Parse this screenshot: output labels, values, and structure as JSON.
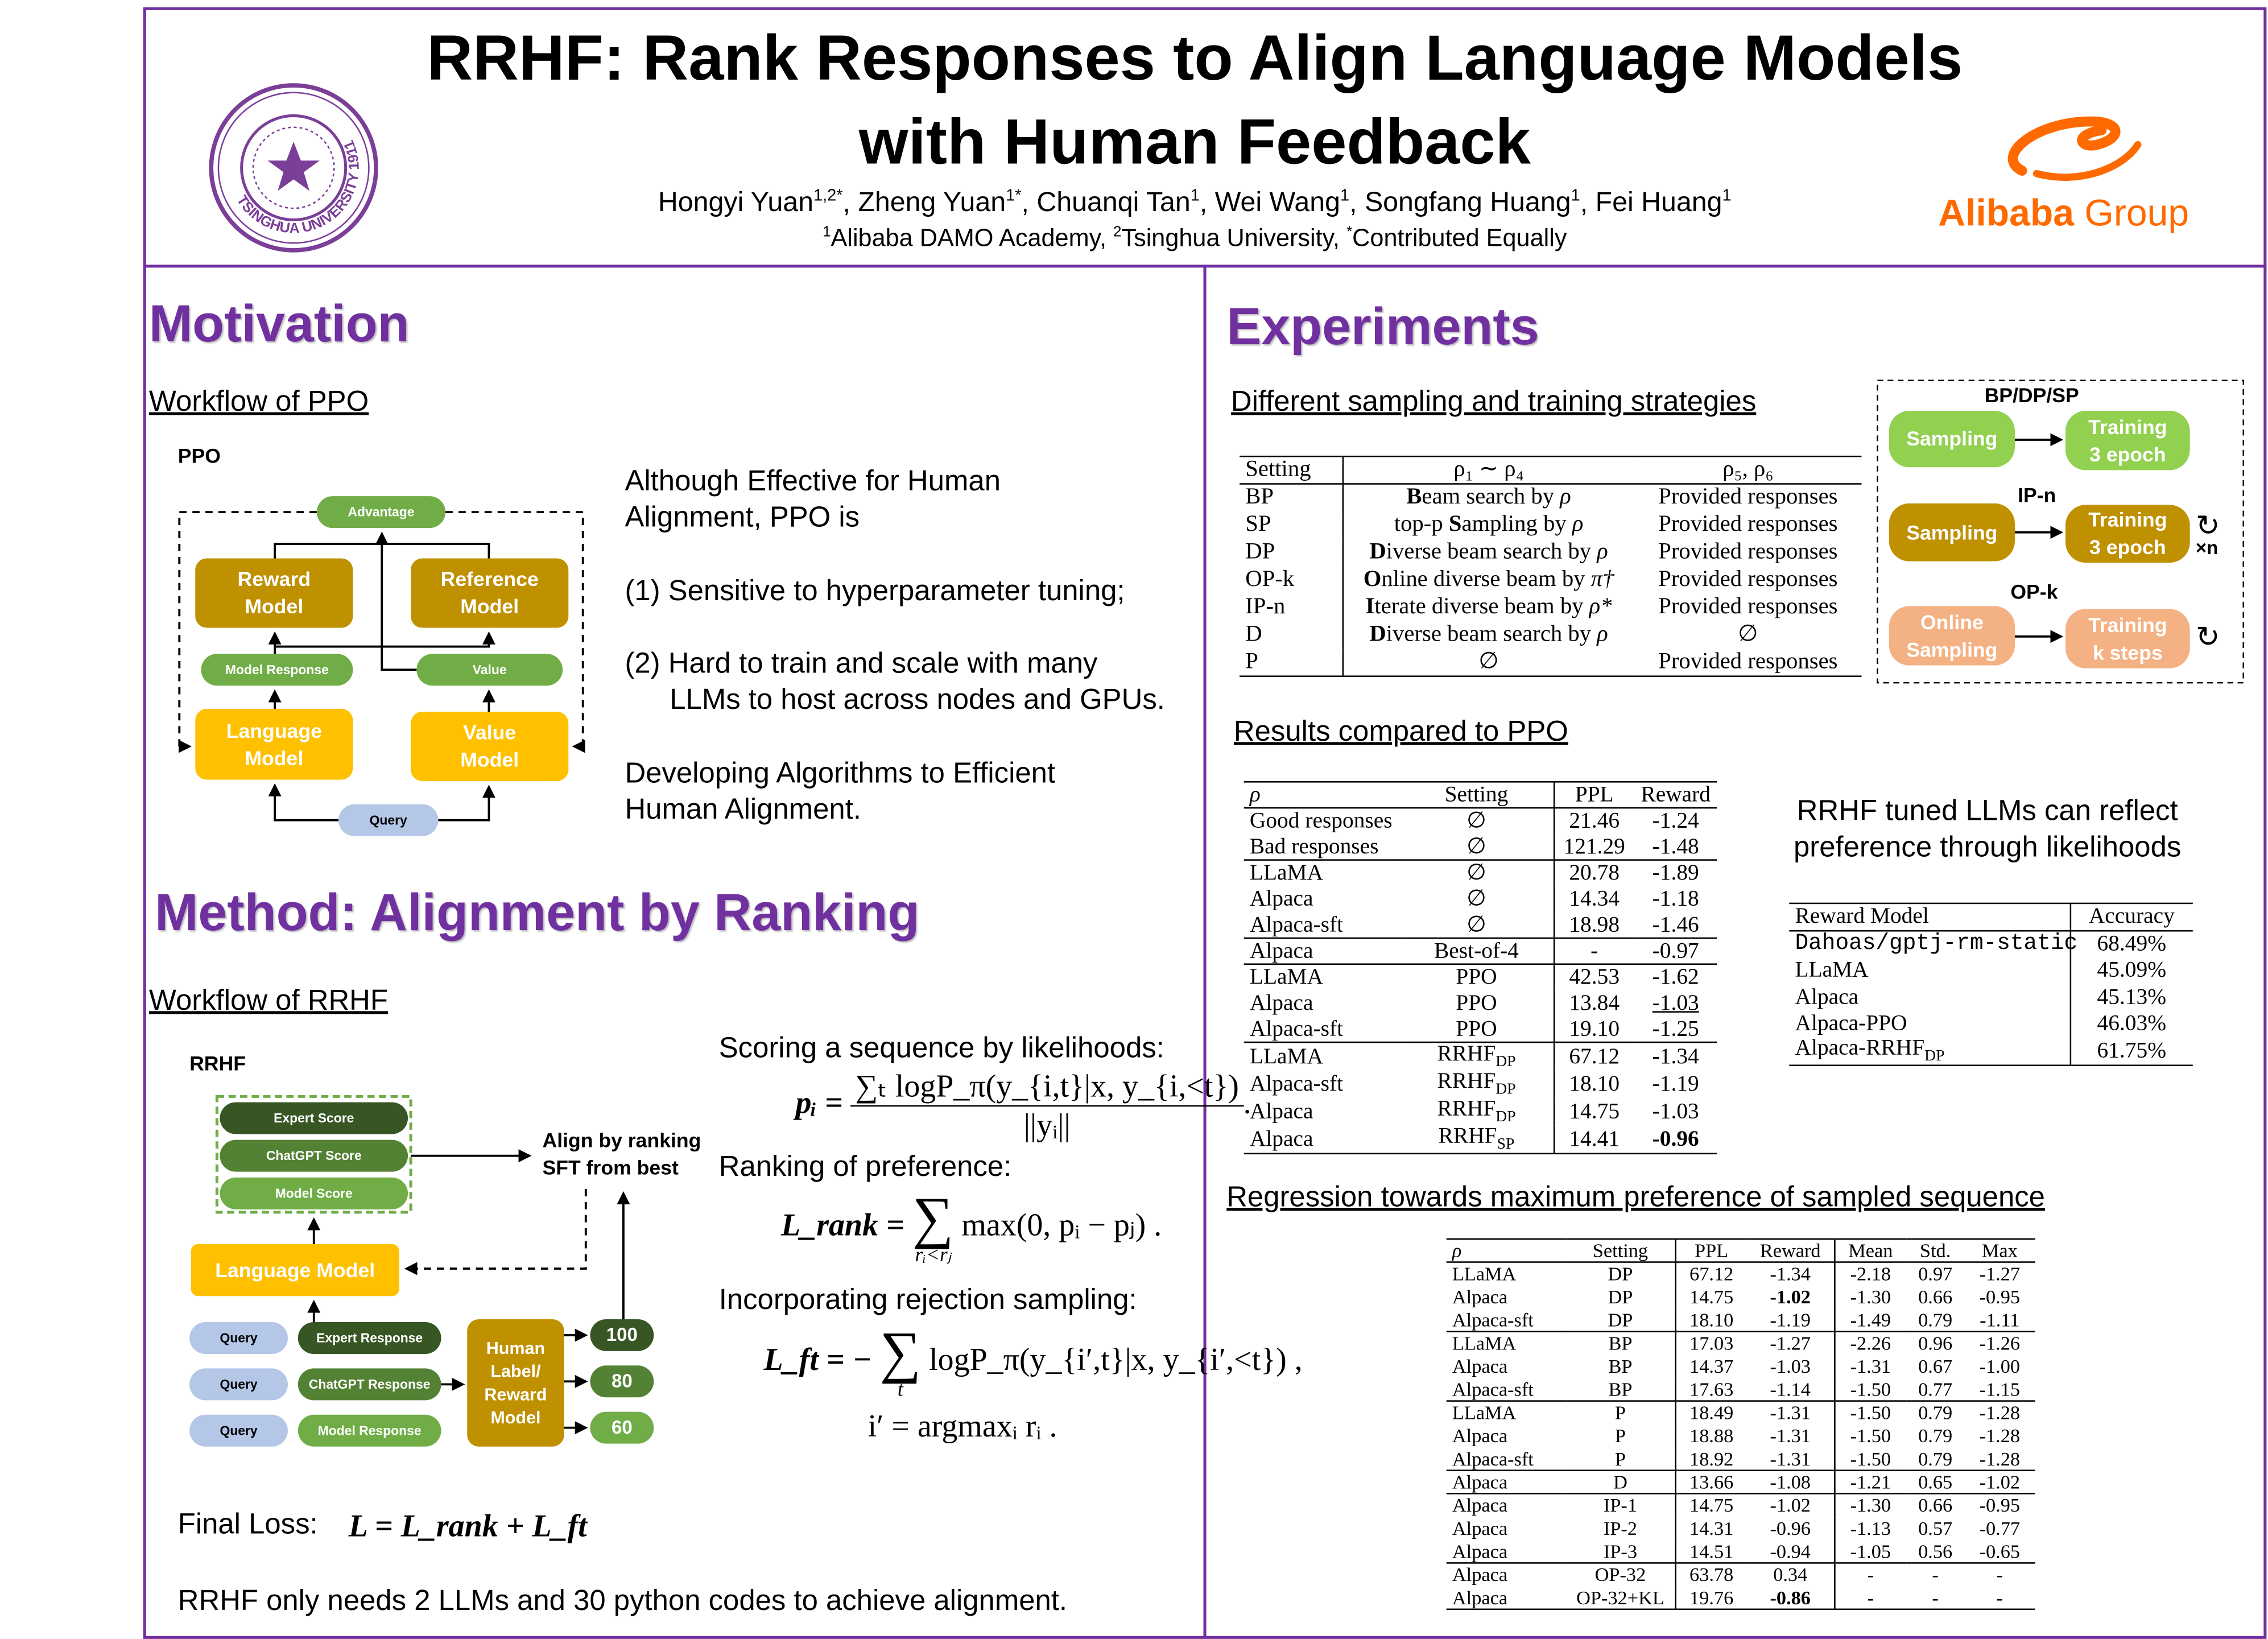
{
  "header": {
    "title_line1": "RRHF: Rank Responses to Align Language Models",
    "title_line2": "with Human Feedback",
    "authors": [
      {
        "name": "Hongyi Yuan",
        "sup": "1,2*"
      },
      {
        "name": "Zheng Yuan",
        "sup": "1*"
      },
      {
        "name": "Chuanqi Tan",
        "sup": "1"
      },
      {
        "name": "Wei Wang",
        "sup": "1"
      },
      {
        "name": "Songfang Huang",
        "sup": "1"
      },
      {
        "name": "Fei Huang",
        "sup": "1"
      }
    ],
    "affiliations": [
      {
        "sup": "1",
        "name": "Alibaba DAMO Academy"
      },
      {
        "sup": "2",
        "name": "Tsinghua University"
      },
      {
        "sup": "*",
        "name": "Contributed Equally"
      }
    ],
    "left_logo_text": "TSINGHUA UNIVERSITY 1911",
    "right_logo_text": {
      "brand": "Alibaba",
      "suffix": "Group"
    },
    "colors": {
      "frame": "#7030a0",
      "tsinghua": "#7b3f98",
      "alibaba": "#ff6a00"
    }
  },
  "motivation": {
    "heading": "Motivation",
    "subheading": "Workflow of PPO",
    "diagram_label": "PPO",
    "diagram": {
      "advantage": "Advantage",
      "reward_model": "Reward Model",
      "reference_model": "Reference Model",
      "model_response": "Model Response",
      "value": "Value",
      "language_model": "Language Model",
      "value_model": "Value Model",
      "query": "Query"
    },
    "text": {
      "intro_line1": "Although Effective for Human",
      "intro_line2": "Alignment, PPO is",
      "point1": "(1) Sensitive to hyperparameter tuning;",
      "point2_line1": "(2) Hard to train and scale with many",
      "point2_line2": "LLMs to host across nodes and GPUs.",
      "closing_line1": "Developing Algorithms to Efficient",
      "closing_line2": "Human Alignment."
    }
  },
  "method": {
    "heading": "Method: Alignment by Ranking",
    "subheading": "Workflow of RRHF",
    "diagram_label": "RRHF",
    "diagram": {
      "expert_score": "Expert Score",
      "chatgpt_score": "ChatGPT Score",
      "model_score": "Model Score",
      "align_line1": "Align by ranking",
      "align_line2": "SFT from best",
      "language_model": "Language Model",
      "query": "Query",
      "expert_response": "Expert Response",
      "chatgpt_response": "ChatGPT Response",
      "model_response": "Model Response",
      "labeler": "Human Label/ Reward Model",
      "scores": [
        "100",
        "80",
        "60"
      ]
    },
    "formulas": {
      "scoring_label": "Scoring a sequence by likelihoods:",
      "scoring_lhs": "pᵢ =",
      "scoring_num": "∑ₜ logP_π(y_{i,t}|x, y_{i,<t})",
      "scoring_den": "||yᵢ||",
      "ranking_label": "Ranking of preference:",
      "rank_lhs": "L_rank =",
      "rank_limit": "rᵢ<rⱼ",
      "rank_rhs": "max(0, pᵢ − pⱼ) .",
      "rejection_label": "Incorporating rejection sampling:",
      "ft_lhs": "L_ft = −",
      "ft_limit": "t",
      "ft_rhs": "logP_π(y_{i′,t}|x, y_{i′,<t}) ,",
      "argmax": "i′ = argmaxᵢ rᵢ ."
    },
    "final_loss_label": "Final Loss:",
    "final_loss": "L = L_rank + L_ft",
    "footer": "RRHF only needs 2 LLMs and 30 python codes to achieve alignment."
  },
  "experiments": {
    "heading": "Experiments",
    "strategies_heading": "Different sampling and training strategies",
    "strategies_table": {
      "headers": [
        "Setting",
        "ρ₁ ∼ ρ₄",
        "ρ₅, ρ₆"
      ],
      "groups": [
        [
          [
            "BP",
            {
              "parts": [
                {
                  "t": "B",
                  "b": 1
                },
                {
                  "t": "eam search by "
                },
                {
                  "t": "ρ",
                  "i": 1
                }
              ]
            },
            "Provided responses"
          ],
          [
            "SP",
            {
              "parts": [
                {
                  "t": "top-p "
                },
                {
                  "t": "S",
                  "b": 1
                },
                {
                  "t": "ampling by "
                },
                {
                  "t": "ρ",
                  "i": 1
                }
              ]
            },
            "Provided responses"
          ],
          [
            "DP",
            {
              "parts": [
                {
                  "t": "D",
                  "b": 1
                },
                {
                  "t": "iverse beam search by "
                },
                {
                  "t": "ρ",
                  "i": 1
                }
              ]
            },
            "Provided responses"
          ],
          [
            "OP-k",
            {
              "parts": [
                {
                  "t": "O",
                  "b": 1
                },
                {
                  "t": "nline diverse beam by "
                },
                {
                  "t": "π†",
                  "i": 1
                }
              ]
            },
            "Provided responses"
          ],
          [
            "IP-n",
            {
              "parts": [
                {
                  "t": "I",
                  "b": 1
                },
                {
                  "t": "terate diverse beam by "
                },
                {
                  "t": "ρ*",
                  "i": 1
                }
              ]
            },
            "Provided responses"
          ],
          [
            "D",
            {
              "parts": [
                {
                  "t": "D",
                  "b": 1
                },
                {
                  "t": "iverse beam search by "
                },
                {
                  "t": "ρ",
                  "i": 1
                }
              ]
            },
            "∅"
          ],
          [
            "P",
            "∅",
            "Provided responses"
          ]
        ]
      ]
    },
    "strategies_diagram": {
      "bp_label": "BP/DP/SP",
      "ip_label": "IP-n",
      "op_label": "OP-k",
      "sampling": "Sampling",
      "online_sampling": "Online Sampling",
      "training_epoch": "Training 3 epoch",
      "training_steps": "Training k steps",
      "repeat_n": "×n",
      "cycle_icon": "refresh-cycle"
    },
    "ppo_heading": "Results compared to PPO",
    "ppo_table": {
      "headers": [
        {
          "parts": [
            {
              "t": "ρ",
              "i": 1
            }
          ]
        },
        "Setting",
        "PPL",
        "Reward"
      ],
      "groups": [
        [
          [
            "Good responses",
            "∅",
            "21.46",
            "-1.24"
          ],
          [
            "Bad responses",
            "∅",
            "121.29",
            "-1.48"
          ]
        ],
        [
          [
            "LLaMA",
            "∅",
            "20.78",
            "-1.89"
          ],
          [
            "Alpaca",
            "∅",
            "14.34",
            "-1.18"
          ],
          [
            "Alpaca-sft",
            "∅",
            "18.98",
            "-1.46"
          ]
        ],
        [
          [
            "Alpaca",
            "Best-of-4",
            "-",
            "-0.97"
          ]
        ],
        [
          [
            "LLaMA",
            "PPO",
            "42.53",
            "-1.62"
          ],
          [
            "Alpaca",
            "PPO",
            "13.84",
            {
              "parts": [
                {
                  "t": "-1.03",
                  "u": 1
                }
              ]
            }
          ],
          [
            "Alpaca-sft",
            "PPO",
            "19.10",
            "-1.25"
          ]
        ],
        [
          [
            "LLaMA",
            {
              "parts": [
                {
                  "t": "RRHF"
                },
                {
                  "t": "DP",
                  "sub": 1
                }
              ]
            },
            "67.12",
            "-1.34"
          ],
          [
            "Alpaca-sft",
            {
              "parts": [
                {
                  "t": "RRHF"
                },
                {
                  "t": "DP",
                  "sub": 1
                }
              ]
            },
            "18.10",
            "-1.19"
          ],
          [
            "Alpaca",
            {
              "parts": [
                {
                  "t": "RRHF"
                },
                {
                  "t": "DP",
                  "sub": 1
                }
              ]
            },
            "14.75",
            "-1.03"
          ],
          [
            "Alpaca",
            {
              "parts": [
                {
                  "t": "RRHF"
                },
                {
                  "t": "SP",
                  "sub": 1
                }
              ]
            },
            "14.41",
            {
              "parts": [
                {
                  "t": "-0.96",
                  "b": 1
                }
              ]
            }
          ]
        ]
      ]
    },
    "likelihood_heading_line1": "RRHF tuned LLMs can reflect",
    "likelihood_heading_line2": "preference through likelihoods",
    "accuracy_table": {
      "headers": [
        "Reward Model",
        "Accuracy"
      ],
      "groups": [
        [
          [
            {
              "parts": [
                {
                  "t": "Dahoas/gptj-rm-static",
                  "m": 1
                }
              ]
            },
            "68.49%"
          ],
          [
            "LLaMA",
            "45.09%"
          ],
          [
            "Alpaca",
            "45.13%"
          ],
          [
            "Alpaca-PPO",
            "46.03%"
          ],
          [
            {
              "parts": [
                {
                  "t": "Alpaca-RRHF"
                },
                {
                  "t": "DP",
                  "sub": 1
                }
              ]
            },
            "61.75%"
          ]
        ]
      ]
    },
    "regression_heading": "Regression towards maximum preference of sampled sequence",
    "regression_table": {
      "headers": [
        {
          "parts": [
            {
              "t": "ρ",
              "i": 1
            }
          ]
        },
        "Setting",
        "PPL",
        "Reward",
        "Mean",
        "Std.",
        "Max"
      ],
      "groups": [
        [
          [
            "LLaMA",
            "DP",
            "67.12",
            "-1.34",
            "-2.18",
            "0.97",
            "-1.27"
          ],
          [
            "Alpaca",
            "DP",
            "14.75",
            {
              "parts": [
                {
                  "t": "-1.02",
                  "b": 1
                }
              ]
            },
            "-1.30",
            "0.66",
            "-0.95"
          ],
          [
            "Alpaca-sft",
            "DP",
            "18.10",
            "-1.19",
            "-1.49",
            "0.79",
            "-1.11"
          ]
        ],
        [
          [
            "LLaMA",
            "BP",
            "17.03",
            "-1.27",
            "-2.26",
            "0.96",
            "-1.26"
          ],
          [
            "Alpaca",
            "BP",
            "14.37",
            "-1.03",
            "-1.31",
            "0.67",
            "-1.00"
          ],
          [
            "Alpaca-sft",
            "BP",
            "17.63",
            "-1.14",
            "-1.50",
            "0.77",
            "-1.15"
          ]
        ],
        [
          [
            "LLaMA",
            "P",
            "18.49",
            "-1.31",
            "-1.50",
            "0.79",
            "-1.28"
          ],
          [
            "Alpaca",
            "P",
            "18.88",
            "-1.31",
            "-1.50",
            "0.79",
            "-1.28"
          ],
          [
            "Alpaca-sft",
            "P",
            "18.92",
            "-1.31",
            "-1.50",
            "0.79",
            "-1.28"
          ]
        ],
        [
          [
            "Alpaca",
            "D",
            "13.66",
            "-1.08",
            "-1.21",
            "0.65",
            "-1.02"
          ]
        ],
        [
          [
            "Alpaca",
            "IP-1",
            "14.75",
            "-1.02",
            "-1.30",
            "0.66",
            "-0.95"
          ],
          [
            "Alpaca",
            "IP-2",
            "14.31",
            "-0.96",
            "-1.13",
            "0.57",
            "-0.77"
          ],
          [
            "Alpaca",
            "IP-3",
            "14.51",
            "-0.94",
            "-1.05",
            "0.56",
            "-0.65"
          ]
        ],
        [
          [
            "Alpaca",
            "OP-32",
            "63.78",
            "0.34",
            "-",
            "-",
            "-"
          ],
          [
            "Alpaca",
            "OP-32+KL",
            "19.76",
            {
              "parts": [
                {
                  "t": "-0.86",
                  "b": 1
                }
              ]
            },
            "-",
            "-",
            "-"
          ]
        ]
      ]
    }
  }
}
